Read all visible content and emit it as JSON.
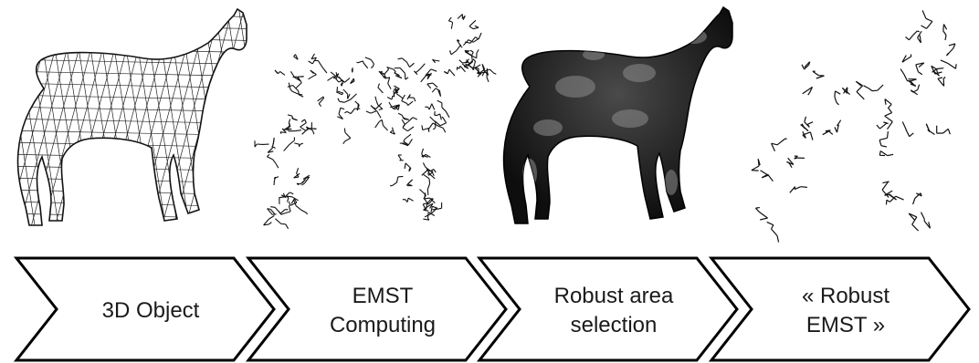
{
  "pipeline": {
    "steps": [
      {
        "lines": [
          "3D Object"
        ]
      },
      {
        "lines": [
          "EMST",
          "Computing"
        ]
      },
      {
        "lines": [
          "Robust area",
          "selection"
        ]
      },
      {
        "lines": [
          "« Robust",
          "EMST »"
        ]
      }
    ]
  },
  "images": [
    {
      "icon": "horse-wireframe-mesh"
    },
    {
      "icon": "horse-emst-graph"
    },
    {
      "icon": "horse-shaded-robust-area"
    },
    {
      "icon": "horse-robust-emst-graph"
    }
  ],
  "colors": {
    "line": "#000000",
    "shaded_body": "#2a2a2a",
    "highlight": "#9a9a9a"
  }
}
